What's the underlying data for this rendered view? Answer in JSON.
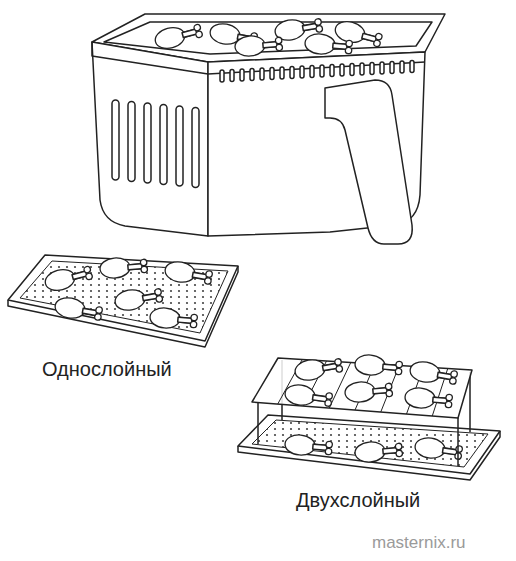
{
  "diagram": {
    "labels": [
      "Однослойный",
      "Двухслойный",
      "masternix.ru"
    ]
  }
}
